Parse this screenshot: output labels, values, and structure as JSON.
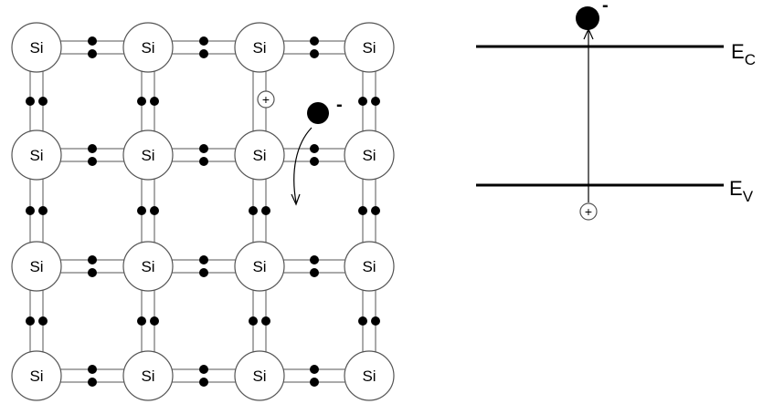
{
  "lattice": {
    "rows": 4,
    "cols": 4,
    "atom_label": "Si",
    "free_electron_sign": "-",
    "hole_sign": "+"
  },
  "band_diagram": {
    "conduction_label": "E",
    "conduction_subscript": "C",
    "valence_label": "E",
    "valence_subscript": "V",
    "electron_sign": "-",
    "hole_sign": "+"
  },
  "colors": {
    "stroke": "#555555",
    "fill_atom": "#ffffff",
    "electron": "#000000",
    "line": "#000000"
  }
}
